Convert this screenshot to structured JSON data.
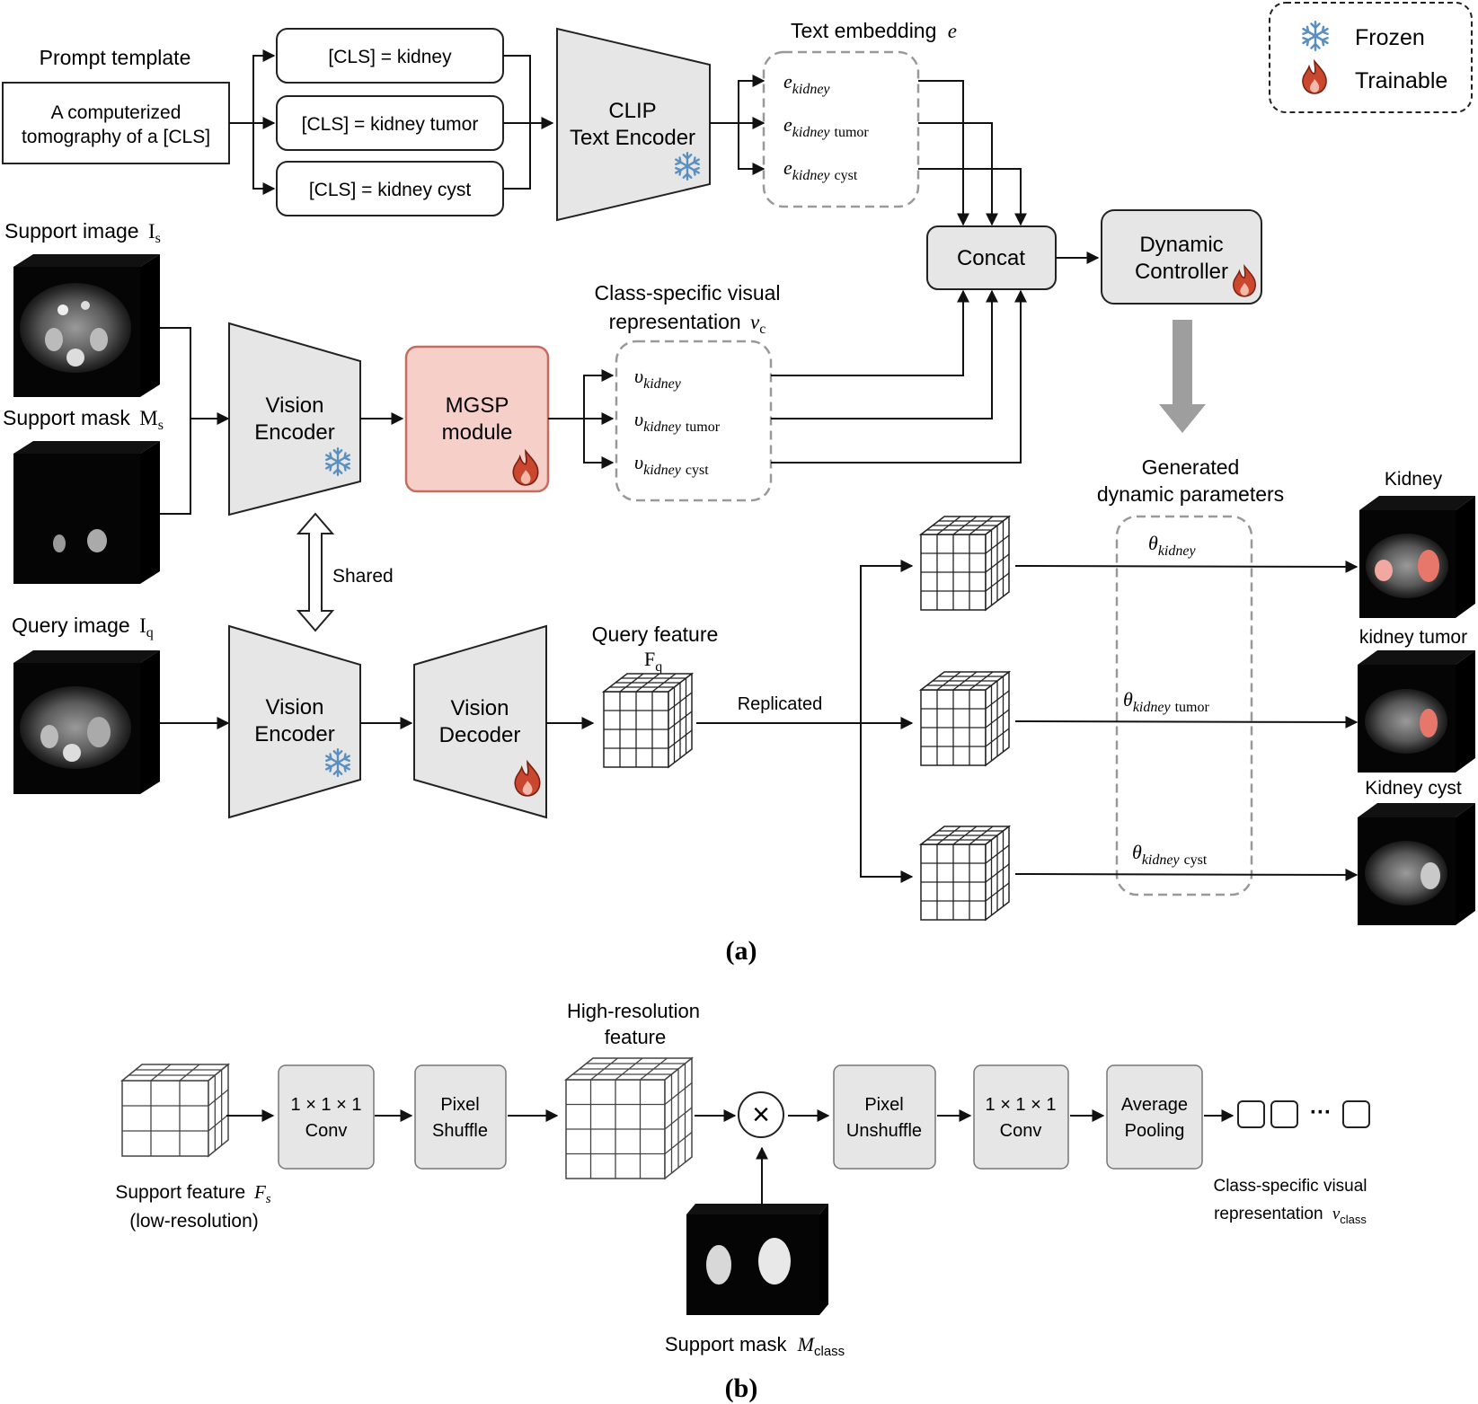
{
  "legend": {
    "frozen": "Frozen",
    "trainable": "Trainable"
  },
  "panel_a": {
    "caption": "(a)",
    "prompt_template": {
      "title": "Prompt template",
      "line1": "A computerized",
      "line2": "tomography of a [CLS]"
    },
    "cls_items": [
      "[CLS] = kidney",
      "[CLS] = kidney tumor",
      "[CLS] = kidney cyst"
    ],
    "clip_encoder": {
      "line1": "CLIP",
      "line2": "Text Encoder"
    },
    "text_embedding": {
      "title_text": "Text embedding",
      "title_symbol": "e",
      "entries": [
        {
          "symbol": "e",
          "sub": "kidney"
        },
        {
          "symbol": "e",
          "sub": "kidney",
          "sub_extra": "tumor"
        },
        {
          "symbol": "e",
          "sub": "kidney",
          "sub_extra": "cyst"
        }
      ]
    },
    "concat": "Concat",
    "dynamic_controller": {
      "line1": "Dynamic",
      "line2": "Controller"
    },
    "support_image": {
      "label": "Support image",
      "symbol": "I",
      "sub": "s"
    },
    "support_mask": {
      "label": "Support mask",
      "symbol": "M",
      "sub": "s"
    },
    "vision_encoder": {
      "line1": "Vision",
      "line2": "Encoder"
    },
    "mgsp_module": {
      "line1": "MGSP",
      "line2": "module"
    },
    "class_visual": {
      "title_line1": "Class-specific visual",
      "title_line2": "representation",
      "title_symbol": "v",
      "title_sub": "c",
      "entries": [
        {
          "symbol": "υ",
          "sub": "kidney"
        },
        {
          "symbol": "υ",
          "sub": "kidney",
          "sub_extra": "tumor"
        },
        {
          "symbol": "υ",
          "sub": "kidney",
          "sub_extra": "cyst"
        }
      ]
    },
    "shared": "Shared",
    "query_image": {
      "label": "Query image",
      "symbol": "I",
      "sub": "q"
    },
    "vision_decoder": {
      "line1": "Vision",
      "line2": "Decoder"
    },
    "query_feature": {
      "label": "Query feature",
      "symbol": "F",
      "sub": "q"
    },
    "replicated": "Replicated",
    "generated_params": {
      "line1": "Generated",
      "line2": "dynamic parameters",
      "entries": [
        {
          "symbol": "θ",
          "sub": "kidney"
        },
        {
          "symbol": "θ",
          "sub": "kidney",
          "sub_extra": "tumor"
        },
        {
          "symbol": "θ",
          "sub": "kidney",
          "sub_extra": "cyst"
        }
      ]
    },
    "outputs": [
      "Kidney",
      "kidney tumor",
      "Kidney cyst"
    ]
  },
  "panel_b": {
    "caption": "(b)",
    "support_feature": {
      "line1": "Support feature",
      "symbol": "F",
      "sub": "s",
      "line2": "(low-resolution)"
    },
    "conv1": {
      "line1": "1 × 1 × 1",
      "line2": "Conv"
    },
    "pixel_shuffle": {
      "line1": "Pixel",
      "line2": "Shuffle"
    },
    "high_res": {
      "line1": "High-resolution",
      "line2": "feature"
    },
    "multiply_symbol": "×",
    "support_mask": {
      "label": "Support mask",
      "symbol": "M",
      "sub": "class"
    },
    "pixel_unshuffle": {
      "line1": "Pixel",
      "line2": "Unshuffle"
    },
    "conv2": {
      "line1": "1 × 1 × 1",
      "line2": "Conv"
    },
    "avg_pool": {
      "line1": "Average",
      "line2": "Pooling"
    },
    "ellipsis": "···",
    "class_visual": {
      "line1": "Class-specific visual",
      "line2": "representation",
      "symbol": "v",
      "sub": "class"
    }
  }
}
